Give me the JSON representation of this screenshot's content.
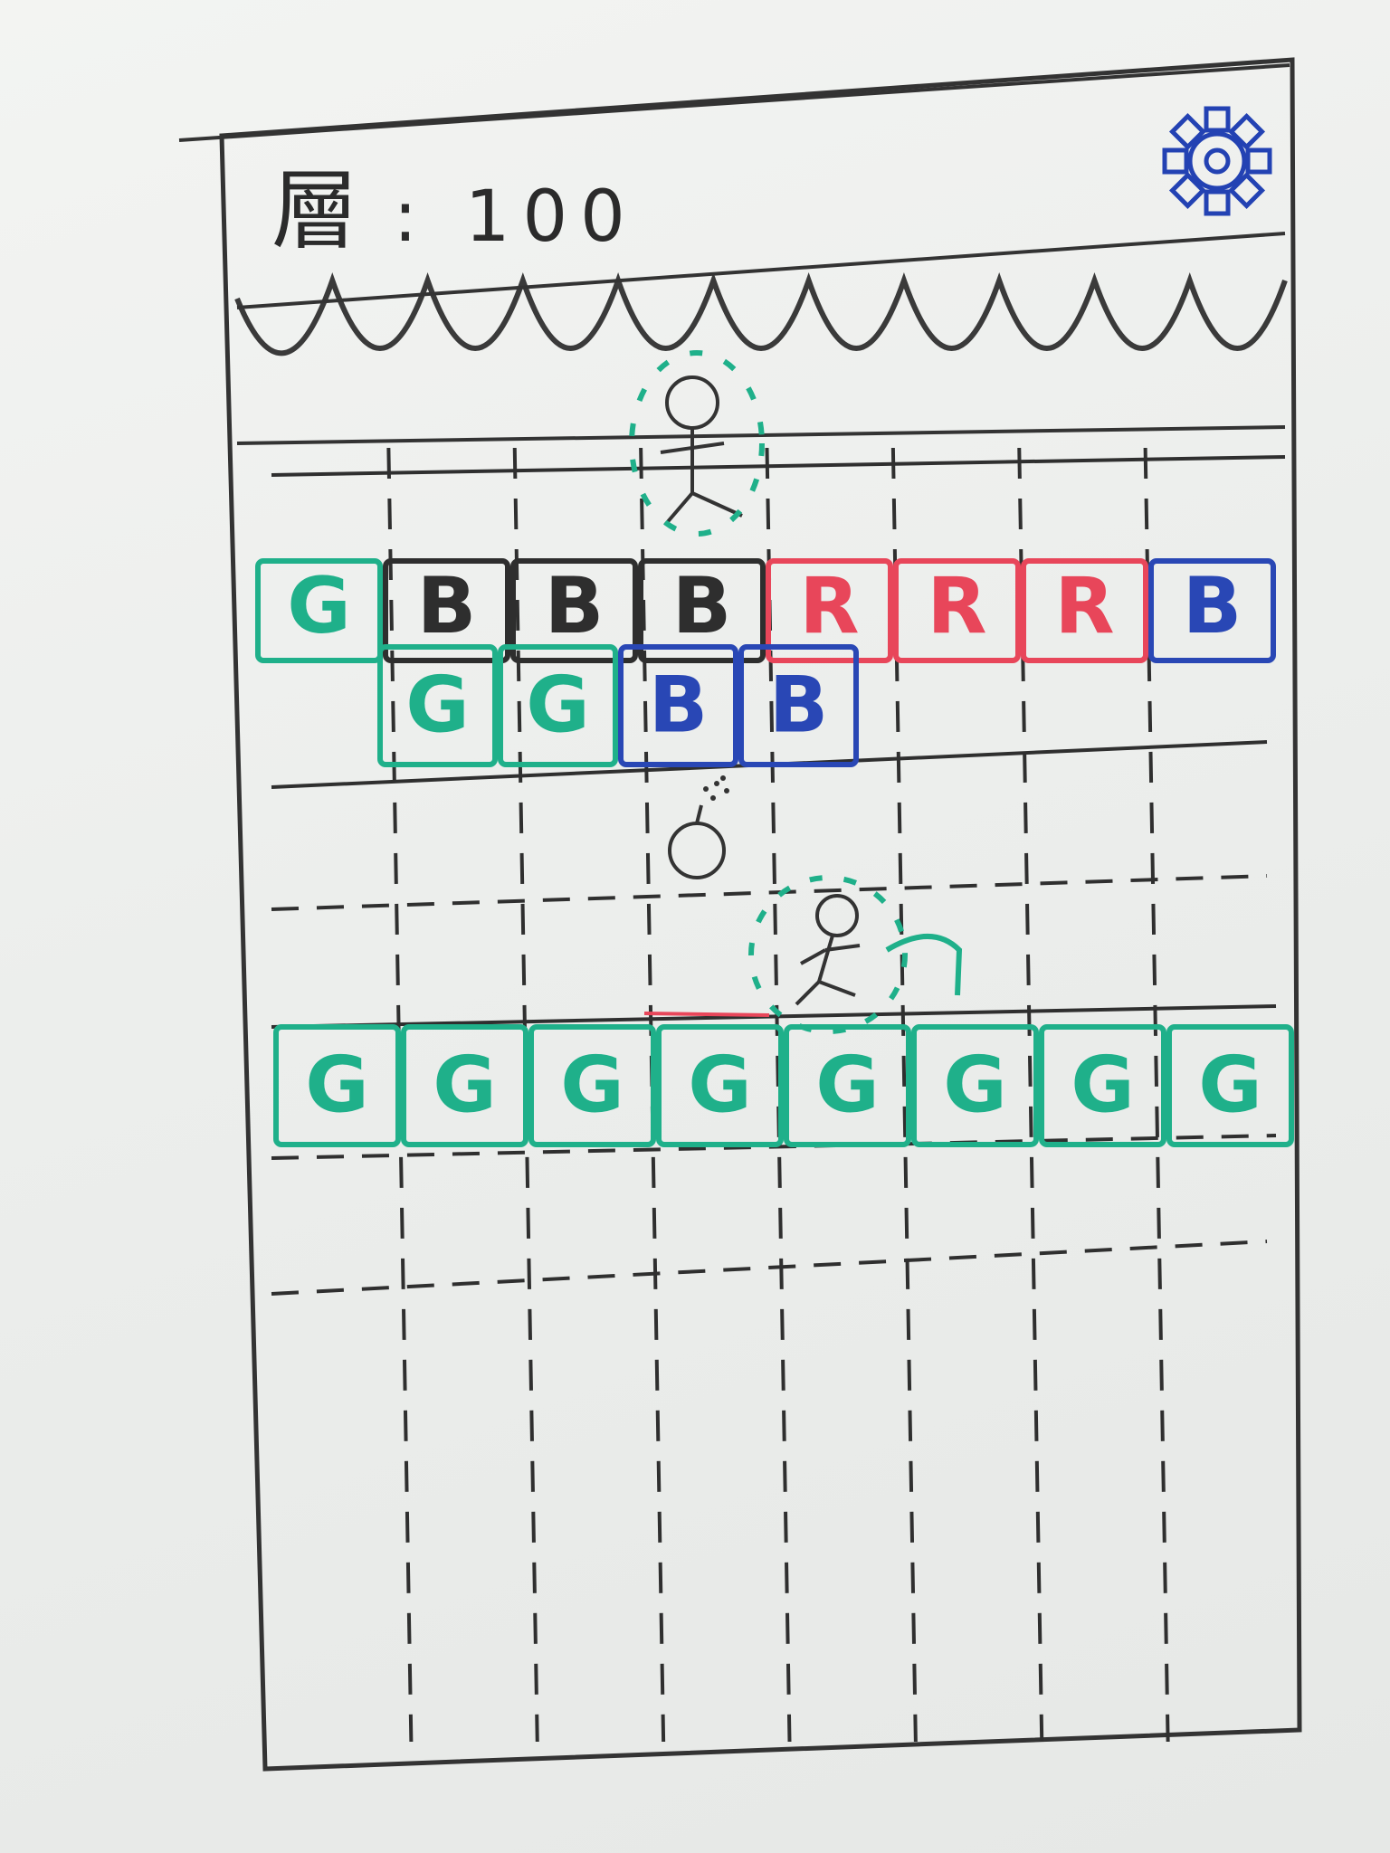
{
  "header": {
    "score_label": "層",
    "score_separator": ":",
    "score_value": "100",
    "settings_icon": "gear-icon"
  },
  "ceiling": {
    "icon": "spike-icon",
    "spike_count": 11
  },
  "grid": {
    "columns": 8
  },
  "characters": {
    "top": "stick-figure-icon",
    "bomb": "bomb-icon",
    "runner": "running-figure-icon"
  },
  "tiles": {
    "row_upper": [
      "G",
      "B",
      "B",
      "B",
      "R",
      "R",
      "R",
      "B"
    ],
    "row_upper_colors": [
      "green",
      "black",
      "black",
      "black",
      "red",
      "red",
      "red",
      "blue"
    ],
    "row_middle": [
      "G",
      "G",
      "B",
      "B"
    ],
    "row_middle_colors": [
      "green",
      "green",
      "blue",
      "blue"
    ],
    "row_bottom": [
      "G",
      "G",
      "G",
      "G",
      "G",
      "G",
      "G",
      "G"
    ],
    "row_bottom_colors": [
      "green",
      "green",
      "green",
      "green",
      "green",
      "green",
      "green",
      "green"
    ]
  },
  "colors": {
    "green": "#1fb08a",
    "black": "#2e2e2e",
    "red": "#e8465a",
    "blue": "#2947b5",
    "ink": "#333333"
  }
}
